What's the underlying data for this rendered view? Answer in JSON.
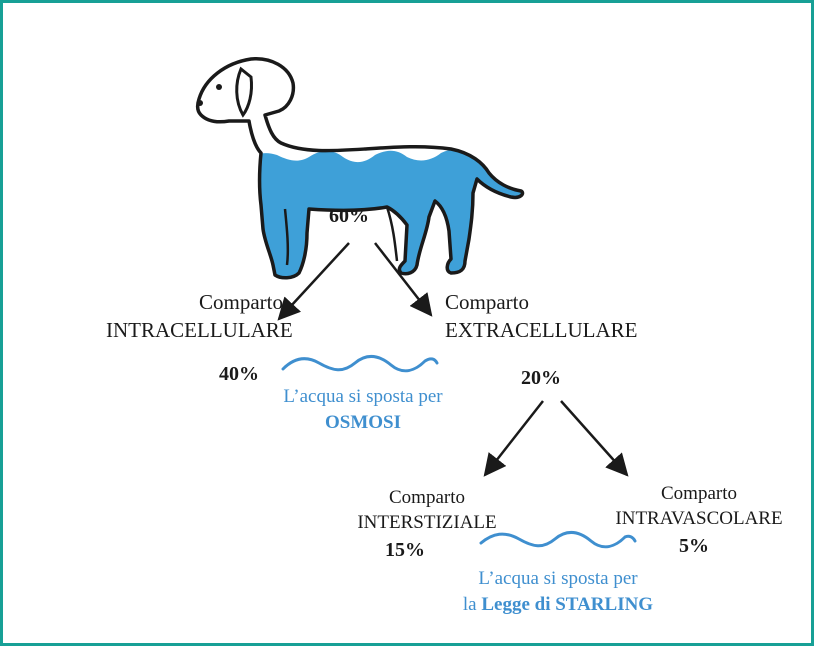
{
  "diagram": {
    "total_percent": "60%",
    "intracellular": {
      "line1": "Comparto",
      "line2": "INTRACELLULARE",
      "percent": "40%"
    },
    "extracellular": {
      "line1": "Comparto",
      "line2": "EXTRACELLULARE",
      "percent": "20%"
    },
    "interstitial": {
      "line1": "Comparto",
      "line2": "INTERSTIZIALE",
      "percent": "15%"
    },
    "intravascular": {
      "line1": "Comparto",
      "line2": "INTRAVASCOLARE",
      "percent": "5%"
    },
    "osmosis_note": {
      "line1": "L’acqua si sposta per",
      "line2": "OSMOSI"
    },
    "starling_note": {
      "line1": "L’acqua si sposta per",
      "line2_prefix": "la ",
      "line2_bold": "Legge di STARLING"
    },
    "colors": {
      "frame": "#17a096",
      "water": "#3ea0d8",
      "note_text": "#3f8fcf",
      "ink": "#1a1a1a"
    },
    "icons": [
      "dog-silhouette-icon",
      "water-wave-icon",
      "arrow-icon"
    ]
  }
}
